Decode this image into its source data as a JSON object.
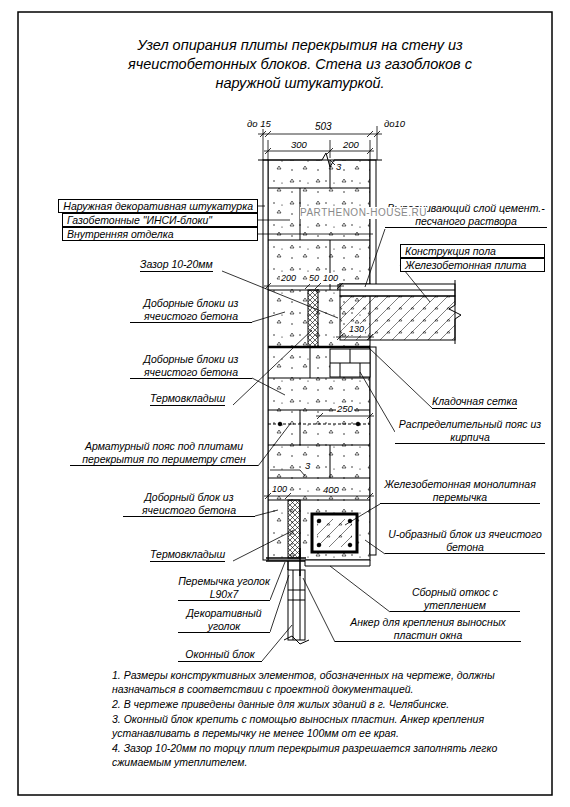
{
  "diagram": {
    "title": "Узел опирания плиты перекрытия на стену из ячеистобетонных блоков. Стена из газоблоков с наружной штукатуркой.",
    "nodes": [
      {
        "text": [
          "Наружная декоративная штукатурка"
        ]
      },
      {
        "text": [
          "Газобетонные \"ИНСИ-блоки\""
        ]
      },
      {
        "text": [
          "Внутренняя отделка"
        ]
      },
      {
        "text": [
          "Конструкция пола"
        ]
      },
      {
        "text": [
          "Железобетонная плита"
        ]
      }
    ],
    "labels": [
      "до 15",
      "503",
      "до10",
      "300",
      "200",
      "3",
      "Выравнивающий слой цемент.-песчаного раствора",
      "Зазор 10-20мм",
      "200",
      "50",
      "100",
      "130",
      "Доборные блоки из ячеистого бетона",
      "Доборные блоки из ячеистого бетона",
      "Термовкладыш",
      "Кладочная сетка",
      "Распределительный пояс из кирпича",
      "250",
      "Арматурный пояс под плитами перекрытия по периметру стен",
      "3",
      "100",
      "400",
      "Доборный блок из ячеистого бетона",
      "Железобетонная монолитная перемычка",
      "U-образный блок из ячеистого бетона",
      "Термовкладыш",
      "Перемычка уголок L90x7",
      "Сборный откос с утеплением",
      "Декоративный уголок",
      "Анкер для крепления выносных пластин окна",
      "Оконный блок",
      "PARTHENON-HOUSE.RU",
      "1. Размеры конструктивных элементов, обозначенных на чертеже, должны назначаться в соответствии с проектной документацией.",
      "2. В чертеже приведены данные для жилых зданий в г. Челябинске.",
      "3. Оконный блок крепить с помощью выносных пластин. Анкер крепления устанавливать в перемычку не менее 100мм от ее края.",
      "4. Зазор 10-20мм по торцу плит перекрытия разрешается заполнять легко сжимаемым утеплителем."
    ]
  }
}
